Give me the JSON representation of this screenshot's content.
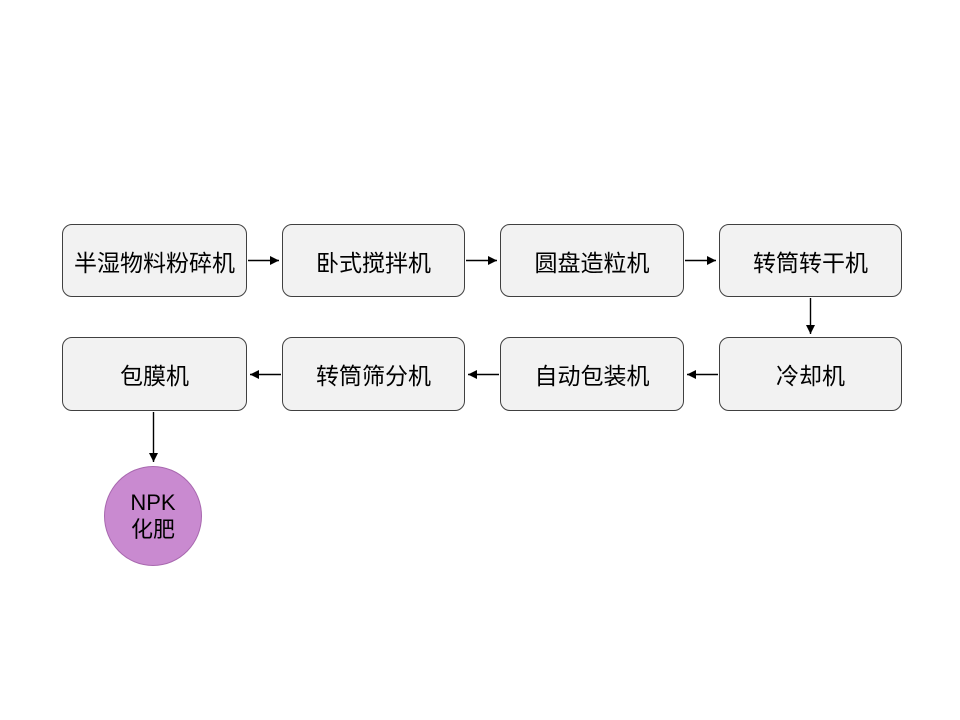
{
  "diagram": {
    "type": "flowchart",
    "background": "#ffffff",
    "colors": {
      "node_fill": "#f2f2f2",
      "node_border": "#404040",
      "terminal_fill": "#c98ad0",
      "terminal_border": "#a868af",
      "arrow": "#000000",
      "text": "#000000"
    },
    "nodes": [
      {
        "id": "crusher",
        "label": "半湿物料粉碎机",
        "row": 1,
        "col": 1
      },
      {
        "id": "mixer",
        "label": "卧式搅拌机",
        "row": 1,
        "col": 2
      },
      {
        "id": "granulator",
        "label": "圆盘造粒机",
        "row": 1,
        "col": 3
      },
      {
        "id": "dryer",
        "label": "转筒转干机",
        "row": 1,
        "col": 4
      },
      {
        "id": "coater",
        "label": "包膜机",
        "row": 2,
        "col": 1
      },
      {
        "id": "screener",
        "label": "转筒筛分机",
        "row": 2,
        "col": 2
      },
      {
        "id": "packer",
        "label": "自动包装机",
        "row": 2,
        "col": 3
      },
      {
        "id": "cooler",
        "label": "冷却机",
        "row": 2,
        "col": 4
      }
    ],
    "terminal": {
      "id": "npk-fertilizer",
      "line1": "NPK",
      "line2": "化肥",
      "shape": "circle"
    },
    "edges": [
      {
        "from": "crusher",
        "to": "mixer",
        "direction": "right"
      },
      {
        "from": "mixer",
        "to": "granulator",
        "direction": "right"
      },
      {
        "from": "granulator",
        "to": "dryer",
        "direction": "right"
      },
      {
        "from": "dryer",
        "to": "cooler",
        "direction": "down"
      },
      {
        "from": "cooler",
        "to": "packer",
        "direction": "left"
      },
      {
        "from": "packer",
        "to": "screener",
        "direction": "left"
      },
      {
        "from": "screener",
        "to": "coater",
        "direction": "left"
      },
      {
        "from": "coater",
        "to": "npk-fertilizer",
        "direction": "down"
      }
    ]
  }
}
